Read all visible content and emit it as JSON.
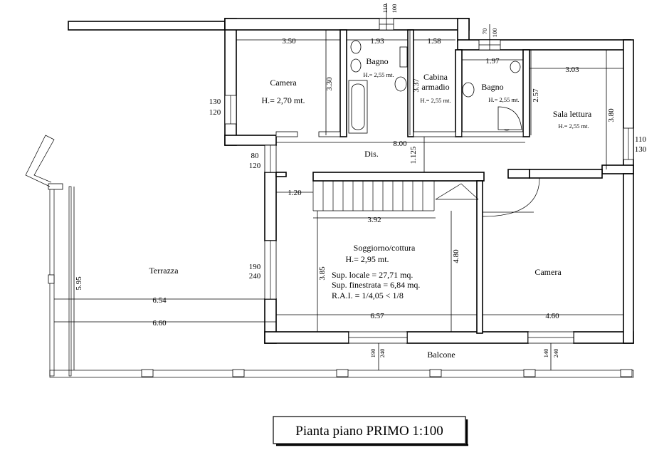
{
  "title": "Pianta piano PRIMO 1:100",
  "rooms": {
    "camera_nw": {
      "name": "Camera",
      "height": "H.= 2,70 mt."
    },
    "bagno_1": {
      "name": "Bagno",
      "height": "H.= 2,55 mt."
    },
    "cabina": {
      "name_1": "Cabina",
      "name_2": "armadio",
      "height": "H.= 2,55 mt."
    },
    "bagno_2": {
      "name": "Bagno",
      "height": "H.= 2,55 mt."
    },
    "sala_lettura": {
      "name": "Sala lettura",
      "height": "H.= 2,55 mt."
    },
    "dis": {
      "name": "Dis."
    },
    "soggiorno": {
      "name": "Soggiorno/cottura",
      "height": "H.= 2,95 mt.",
      "sup_locale": "Sup. locale = 27,71 mq.",
      "sup_finestrata": "Sup. finestrata = 6,84 mq.",
      "rai": "R.A.I. = 1/4,05 < 1/8"
    },
    "camera_se": {
      "name": "Camera"
    },
    "terrazza": {
      "name": "Terrazza"
    },
    "balcone": {
      "name": "Balcone"
    }
  },
  "dims": {
    "d350": "3.50",
    "d193": "1.93",
    "d158": "1.58",
    "d197": "1.97",
    "d303": "3.03",
    "d330": "3.30",
    "d337": "3.37",
    "d257": "2.57",
    "d380": "3.80",
    "d800": "8.00",
    "d1125": "1.125",
    "d120": "1.20",
    "d392": "3.92",
    "d480": "4.80",
    "d385": "3.85",
    "d595": "5.95",
    "d654": "6.54",
    "d660": "6.60",
    "d657": "6.57",
    "d460": "4.60"
  },
  "windows": {
    "w_top_a": "110",
    "w_top_b": "100",
    "w_top2_a": "70",
    "w_top2_b": "100",
    "w_left_a": "130",
    "w_left_b": "120",
    "w_right_a": "110",
    "w_right_b": "130",
    "w_mid_a": "80",
    "w_mid_b": "120",
    "w_terr_a": "190",
    "w_terr_b": "240",
    "w_bal1_a": "190",
    "w_bal1_b": "240",
    "w_bal2_a": "140",
    "w_bal2_b": "240"
  }
}
